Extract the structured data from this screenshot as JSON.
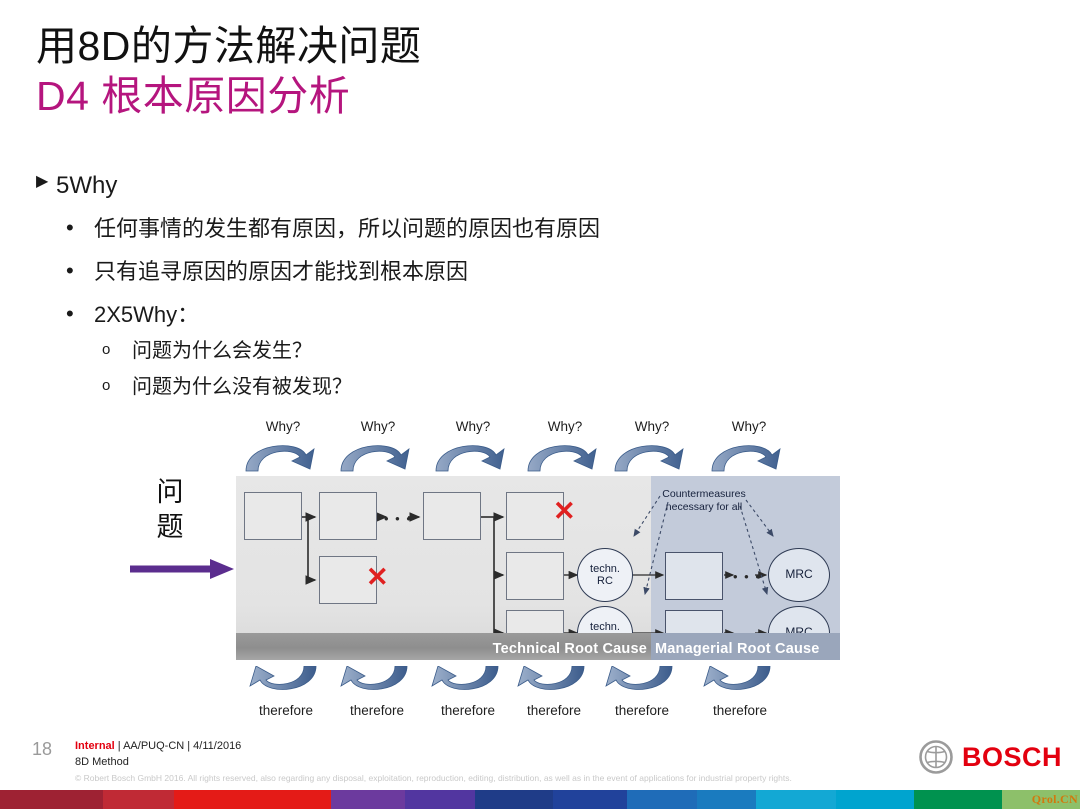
{
  "slide": {
    "title_main": "用8D的方法解决问题",
    "title_sub": "D4 根本原因分析",
    "title_sub_color": "#b5157e",
    "page_number": "18"
  },
  "bullets": {
    "level1": {
      "marker": "▶",
      "text": "5Why"
    },
    "level2": [
      {
        "marker": "•",
        "text": "任何事情的发生都有原因，所以问题的原因也有原因"
      },
      {
        "marker": "•",
        "text": "只有追寻原因的原因才能找到根本原因"
      },
      {
        "marker": "•",
        "text": "2X5Why："
      }
    ],
    "level3": [
      {
        "marker": "o",
        "text": "问题为什么会发生？"
      },
      {
        "marker": "o",
        "text": "问题为什么没有被发现？"
      }
    ]
  },
  "diagram": {
    "input_label": "问题",
    "input_arrow_color": "#5b2d8e",
    "why_labels": [
      "Why?",
      "Why?",
      "Why?",
      "Why?",
      "Why?",
      "Why?"
    ],
    "therefore_labels": [
      "therefore",
      "therefore",
      "therefore",
      "therefore",
      "therefore",
      "therefore"
    ],
    "band_tech_label": "Technical Root Cause",
    "band_mgmt_label": "Managerial Root Cause",
    "countermeasures_note": "Countermeasures\nnecessary for all",
    "countermeasures_line1": "Countermeasures",
    "countermeasures_line2": "necessary for all",
    "techn_rc_label_line1": "techn.",
    "techn_rc_label_line2": "RC",
    "mrc_label": "MRC",
    "ellipsis": "• • •",
    "cross_mark": "✕",
    "cross_count": 2,
    "arrow_color": "#5f7aa3",
    "panel_tech_color": "#e4e4e4",
    "panel_mgmt_color": "#c3cbda"
  },
  "footer": {
    "internal_label": "Internal",
    "meta": " | AA/PUQ-CN | 4/11/2016",
    "subject": "8D Method",
    "copyright": "© Robert Bosch GmbH 2016. All rights reserved, also regarding any disposal, exploitation, reproduction, editing, distribution, as well as in the event of applications for industrial property rights.",
    "brand": "BOSCH",
    "brand_color": "#e3000f"
  },
  "colorbar": {
    "watermark": "Qrol.CN",
    "segments": [
      {
        "color": "#9e2233",
        "width": 118
      },
      {
        "color": "#c02a35",
        "width": 82
      },
      {
        "color": "#e41b17",
        "width": 180
      },
      {
        "color": "#6c3a9e",
        "width": 85
      },
      {
        "color": "#5236a0",
        "width": 80
      },
      {
        "color": "#1f3c88",
        "width": 90
      },
      {
        "color": "#21429b",
        "width": 85
      },
      {
        "color": "#1f6cb8",
        "width": 80
      },
      {
        "color": "#1a7bbf",
        "width": 68
      },
      {
        "color": "#13a8d4",
        "width": 92
      },
      {
        "color": "#00a4cf",
        "width": 90
      },
      {
        "color": "#00924f",
        "width": 100
      },
      {
        "color": "#8dc06a",
        "width": 90
      }
    ]
  }
}
